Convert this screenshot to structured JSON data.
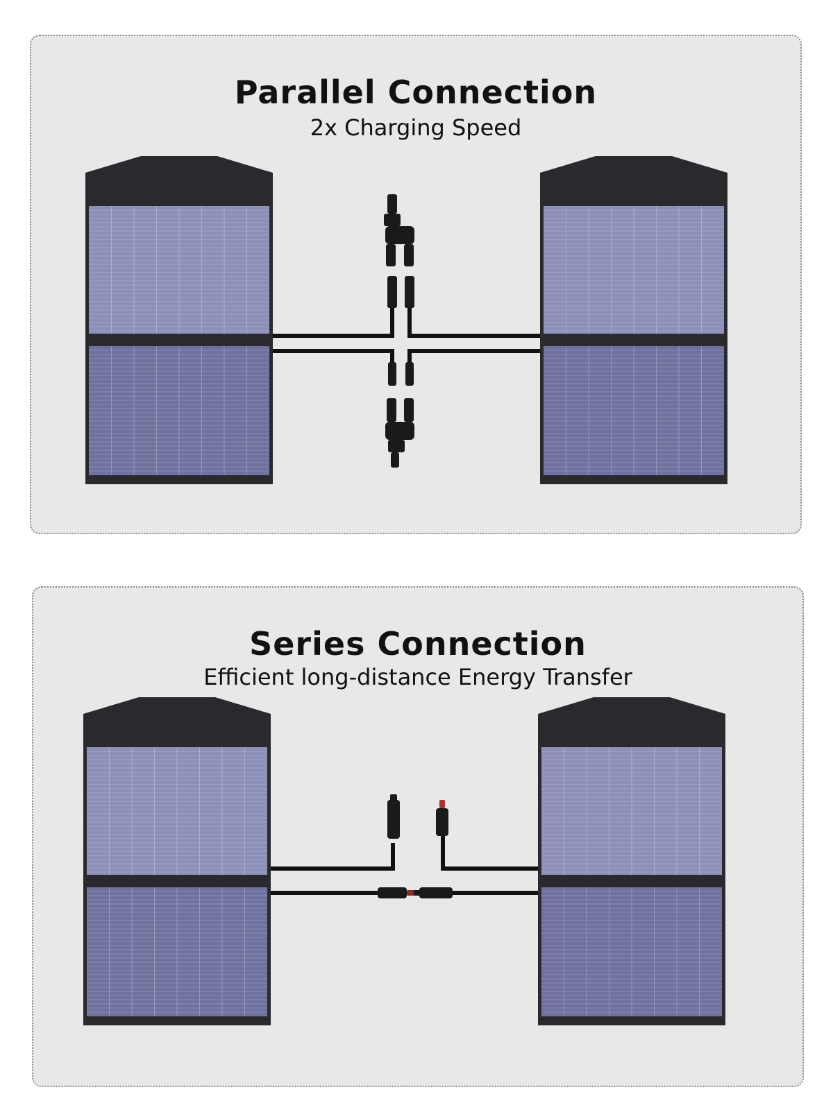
{
  "parallel": {
    "title": "Parallel Connection",
    "subtitle": "2x Charging Speed"
  },
  "series": {
    "title": "Series Connection",
    "subtitle": "Efficient long-distance Energy Transfer"
  },
  "colors": {
    "background": "#e8e8e8",
    "panel_frame": "#2a2a2e",
    "panel_cell_top": "#8c8fb8",
    "panel_cell_bottom": "#6f729e",
    "cable": "#111111"
  }
}
